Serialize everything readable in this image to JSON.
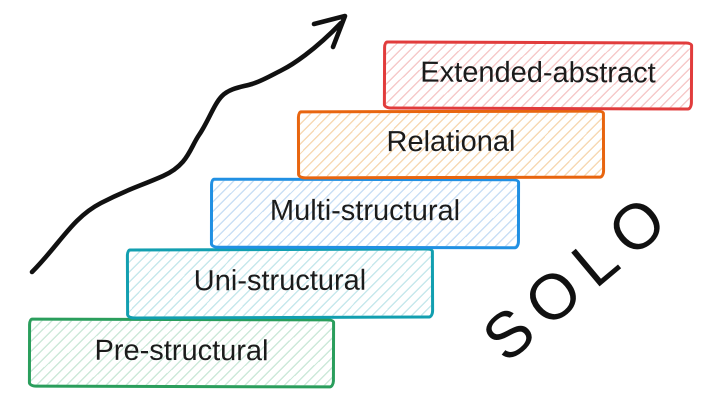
{
  "canvas": {
    "background_color": "#ffffff"
  },
  "levels": [
    {
      "label": "Pre-structural",
      "border_color": "#2a9e5c",
      "hatch_color": "#cde9da"
    },
    {
      "label": "Uni-structural",
      "border_color": "#129fb0",
      "hatch_color": "#c7e8ec"
    },
    {
      "label": "Multi-structural",
      "border_color": "#2190e3",
      "hatch_color": "#cadff5"
    },
    {
      "label": "Relational",
      "border_color": "#e8650f",
      "hatch_color": "#f7d9b4"
    },
    {
      "label": "Extended-abstract",
      "border_color": "#e13c3c",
      "hatch_color": "#f6caca"
    }
  ],
  "label_text_color": "#1b1b1b",
  "solo_label": {
    "text": "SOLO",
    "color": "#111111"
  },
  "arrow": {
    "icon": "ascending-growth-arrow-icon",
    "color": "#111111"
  }
}
